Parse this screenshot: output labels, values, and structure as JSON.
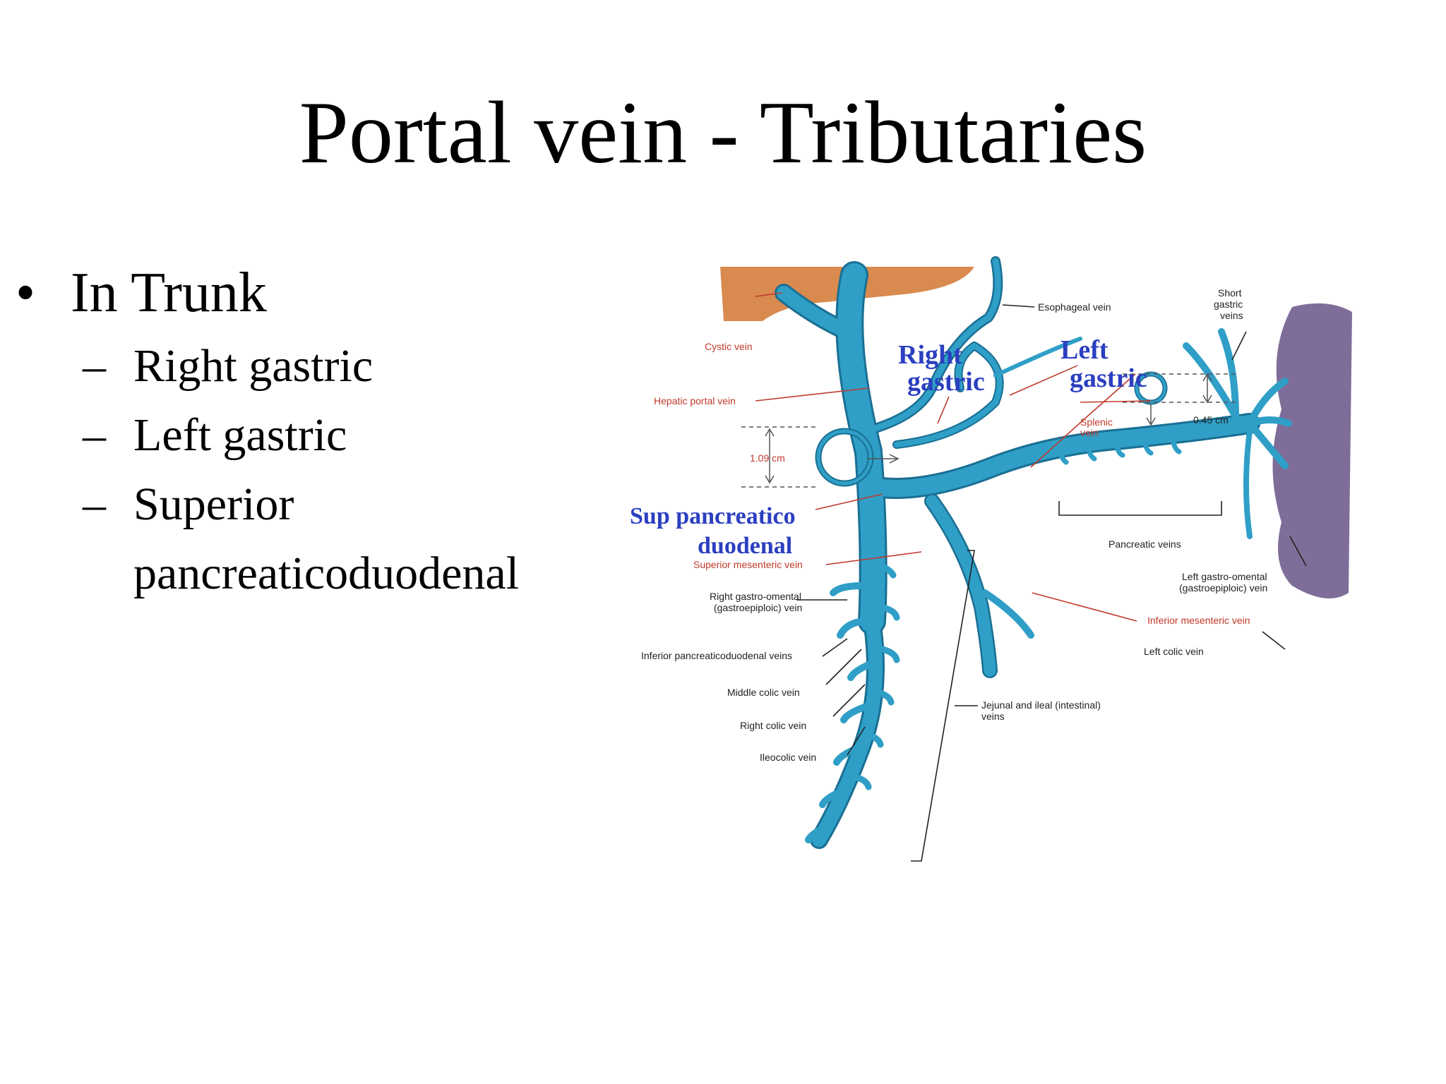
{
  "slide": {
    "title": "Portal vein - Tributaries",
    "bullet": "In Trunk",
    "bullet_marker": "•",
    "sub_marker": "–",
    "subitems": [
      "Right gastric",
      "Left gastric",
      "Superior",
      "pancreaticoduodenal"
    ]
  },
  "diagram": {
    "big_labels": {
      "right1": "Right",
      "right2": "gastric",
      "left1": "Left",
      "left2": "gastric",
      "sup1": "Sup pancreatico",
      "sup2": "duodenal"
    },
    "labels": {
      "esophageal": "Esophageal vein",
      "short1": "Short",
      "short2": "gastric",
      "short3": "veins",
      "cystic": "Cystic vein",
      "hepatic": "Hepatic portal vein",
      "m109": "1.09 cm",
      "splenic1": "Splenic",
      "splenic2": "vein",
      "m045": "0.45 cm",
      "pancreatic": "Pancreatic veins",
      "supmes": "Superior mesenteric vein",
      "lgo1": "Left gastro-omental",
      "lgo2": "(gastroepiploic) vein",
      "rgo1": "Right gastro-omental",
      "rgo2": "(gastroepiploic) vein",
      "infmes": "Inferior mesenteric vein",
      "leftcolic": "Left colic vein",
      "infpd": "Inferior pancreaticoduodenal veins",
      "midcolic": "Middle colic vein",
      "jej1": "Jejunal and ileal (intestinal)",
      "jej2": "veins",
      "rightcolic": "Right colic vein",
      "ileocolic": "Ileocolic vein"
    },
    "colors": {
      "vein": "#2f9fc7",
      "vein_dark": "#1a6f93",
      "liver": "#d98a4f",
      "spleen": "#7e6d98",
      "label_red": "#c0392b",
      "label_blue": "#2b3fc0",
      "label_black": "#222222"
    }
  }
}
